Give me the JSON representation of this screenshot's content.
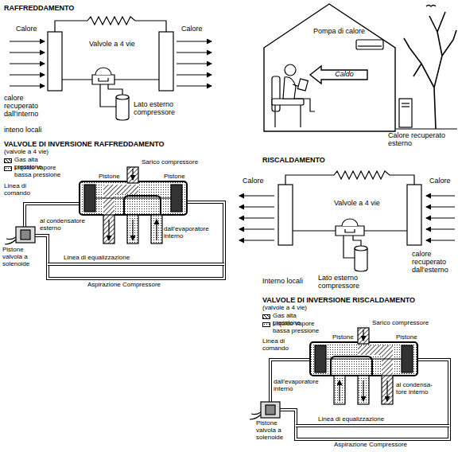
{
  "diagram": {
    "nodes": [
      {
        "text": [
          "Pompa di calore"
        ]
      },
      {
        "text": [
          "Caldo"
        ],
        "in": 0
      }
    ],
    "labels": [
      "RAFFREDDAMENTO",
      "Calore",
      "Calore",
      "Valvole a 4 vie",
      "calore recuperato dall'interno",
      "inteno locali",
      "Lato esterno compressore",
      "Calore recuperato esterno",
      "VALVOLE DI INVERSIONE RAFFREDDAMENTO",
      "(valvole a 4 vie)",
      "Sarico compressore",
      "Pistone",
      "Pistone",
      "Linea di comando",
      "al condensatore esterno",
      "Linea di equalizzazione",
      "dall'evaporatore interno",
      "Pistone valvola a solenoide",
      "Aspirazione Compressore",
      "RISCALDAMENTO",
      "Calore",
      "Calore",
      "Valvole a 4 vie",
      "calore recuperato dall'esterno",
      "Interno locali",
      "Lato esterno compressore",
      "VALVOLE DI INVERSIONE RISCALDAMENTO",
      "(valvole a 4 vie)",
      "Sarico compressore",
      "Pistone",
      "Pistone",
      "Linea di comando",
      "dall'evaporatore interno",
      "al condensa- tore interno",
      "Linea di equalizzazione",
      "Pistone valvola a solenoide",
      "Aspirazione Compressore"
    ],
    "legend": [
      {
        "text": "Gas alta pressione"
      },
      {
        "text": "Liquido vapore bassa pressione"
      },
      {
        "text": "Gas alta pressione"
      },
      {
        "text": "Liquido vapore bassa pressione"
      }
    ]
  }
}
